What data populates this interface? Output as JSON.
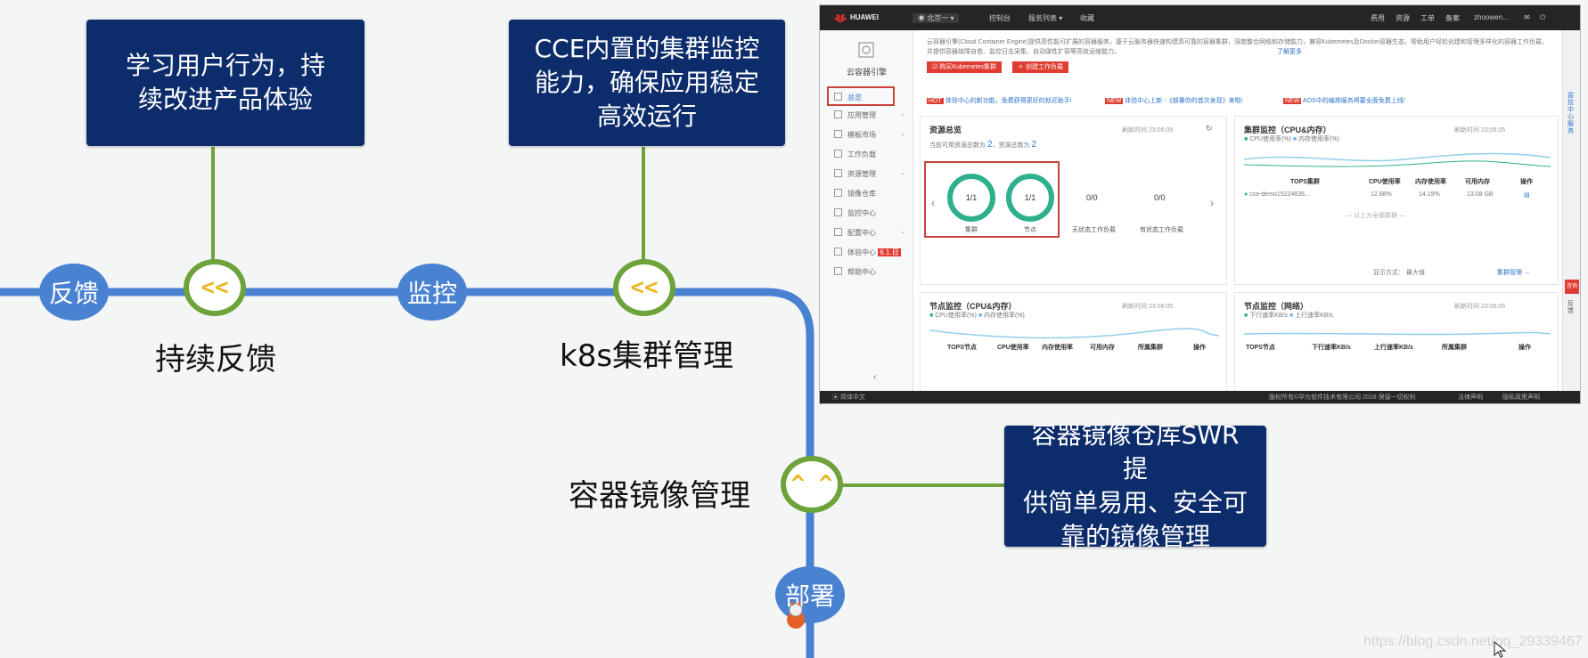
{
  "colors": {
    "line_blue": "#4a82d2",
    "node_green": "#6ea23b",
    "arrow_yellow": "#e8b826",
    "callout_navy": "#0d2c6b"
  },
  "stations": {
    "feedback": "反馈",
    "monitor": "监控",
    "deploy": "部署"
  },
  "nodes": {
    "continuous_feedback": {
      "label": "持续反馈",
      "glyph": "<<"
    },
    "k8s_cluster": {
      "label": "k8s集群管理",
      "glyph": "<<"
    },
    "image_mgmt": {
      "label": "容器镜像管理",
      "glyph": "^ ^"
    }
  },
  "callouts": {
    "learn": [
      "学习用户行为，持",
      "续改进产品体验"
    ],
    "cce": [
      "CCE内置的集群监控",
      "能力，确保应用稳定",
      "高效运行"
    ],
    "swr": [
      "容器镜像仓库SWR提",
      "供简单易用、安全可",
      "靠的镜像管理"
    ]
  },
  "watermark": "https://blog.csdn.net/qq_29339467",
  "console": {
    "topbar": {
      "brand": "HUAWEI",
      "region": "北京一",
      "items": [
        "控制台",
        "服务列表 ▾",
        "收藏"
      ],
      "right_items": [
        "费用",
        "资源",
        "工单",
        "备案",
        "zhoowen..."
      ]
    },
    "sidebar": {
      "title": "云容器引擎",
      "items": [
        "总览",
        "应用管理",
        "模板市场",
        "工作负载",
        "资源管理",
        "镜像仓库",
        "监控中心",
        "配置中心",
        "体验中心",
        "帮助中心"
      ],
      "badge": "6.1.日"
    },
    "intro_text": "云容器引擎(Cloud Container Engine)提供高性能可扩展的容器服务，基于云服务器快速构建高可靠的容器集群，深度整合网络和存储能力，兼容Kubernetes及Docker容器生态，帮助用户轻松创建和管理多样化的容器工作负载，并提供容器故障自愈、监控日志采集、自动弹性扩容等高效运维能力。",
    "learn_more": "了解更多",
    "buttons": [
      "购买Kubernetes集群",
      "创建工作负载"
    ],
    "news": [
      {
        "tag": "HOT",
        "text": "体验中心的新功能，免费获得更好的就近助手!"
      },
      {
        "tag": "NEW",
        "text": "体验中心上新 -《部署你的首次发现》来啦!"
      },
      {
        "tag": "NEW",
        "text": "AOS中的编排服务将要全面免费上线!"
      }
    ],
    "resource_panel": {
      "title": "资源总览",
      "time": "刷新时间 23:06:05",
      "summary_prefix": "当前可用资源总数为",
      "summary_avail": "2",
      "summary_mid": "，资源总数为",
      "summary_total": "2",
      "gauges": [
        {
          "value": "1/1",
          "label": "集群"
        },
        {
          "value": "1/1",
          "label": "节点"
        },
        {
          "value": "0/0",
          "label": "无状态工作负载"
        },
        {
          "value": "0/0",
          "label": "有状态工作负载"
        }
      ]
    },
    "cluster_panel": {
      "title": "集群监控（CPU&内存）",
      "time": "刷新时间 23:06:05",
      "legend": [
        "CPU使用率(%)",
        "内存使用率(%)"
      ],
      "headers": [
        "TOPS集群",
        "CPU使用率",
        "内存使用率",
        "可用内存",
        "操作"
      ],
      "row": [
        "cce-demo15224836...",
        "12.88%",
        "14.19%",
        "13.08 GB"
      ],
      "more": "以上为全部数据",
      "footer_left": "显示方式：",
      "footer_mid": "最大值",
      "footer_link": "集群管理 →"
    },
    "node_cpu_panel": {
      "title": "节点监控（CPU&内存）",
      "time": "刷新时间 23:06:05",
      "legend": [
        "CPU使用率(%)",
        "内存使用率(%)"
      ],
      "headers": [
        "TOPS节点",
        "CPU使用率",
        "内存使用率",
        "可用内存",
        "所属集群",
        "操作"
      ]
    },
    "node_net_panel": {
      "title": "节点监控（网络）",
      "time": "刷新时间 23:06:05",
      "legend": [
        "下行速率KB/s",
        "上行速率KB/s"
      ],
      "headers": [
        "TOPS节点",
        "下行速率KB/s",
        "上行速率KB/s",
        "所属集群",
        "操作"
      ]
    },
    "rail": [
      "监控中心服务",
      "咨询",
      "反馈"
    ],
    "bottombar": {
      "lang": "简体中文",
      "copyright": "版权所有©华为软件技术有限公司 2018 保留一切权利",
      "links": [
        "法律声明",
        "隐私政策声明"
      ]
    }
  }
}
